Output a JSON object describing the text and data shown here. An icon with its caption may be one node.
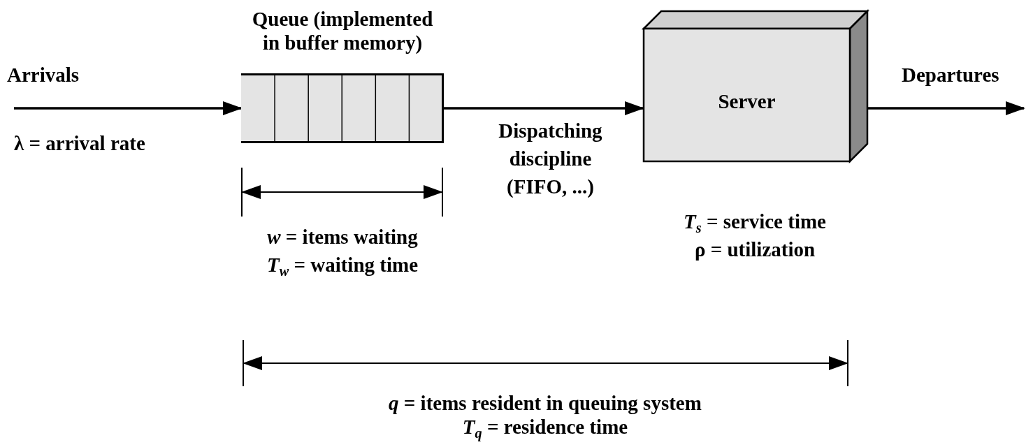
{
  "diagram": {
    "nodes": [
      {
        "text": [
          "Queue (implemented in buffer memory)"
        ],
        "beside": [
          "*w* = items waiting",
          "*T*$_{w}$ = waiting time"
        ]
      },
      {
        "text": [
          "Server"
        ],
        "beside": [
          "*T*$_{s}$ = service time",
          "ρ = utilization"
        ]
      }
    ],
    "edges": [
      {
        "from": null,
        "to": 0,
        "arrow": "to"
      },
      {
        "from": 0,
        "to": 1,
        "arrow": "to",
        "label": "Dispatching discipline (FIFO, ...)"
      },
      {
        "from": 1,
        "to": null,
        "arrow": "to"
      }
    ],
    "labels": [
      "Arrivals",
      "λ = arrival rate",
      "Departures",
      "*q* = items resident in queuing system",
      "*T*$_{q}$ = residence time"
    ]
  }
}
